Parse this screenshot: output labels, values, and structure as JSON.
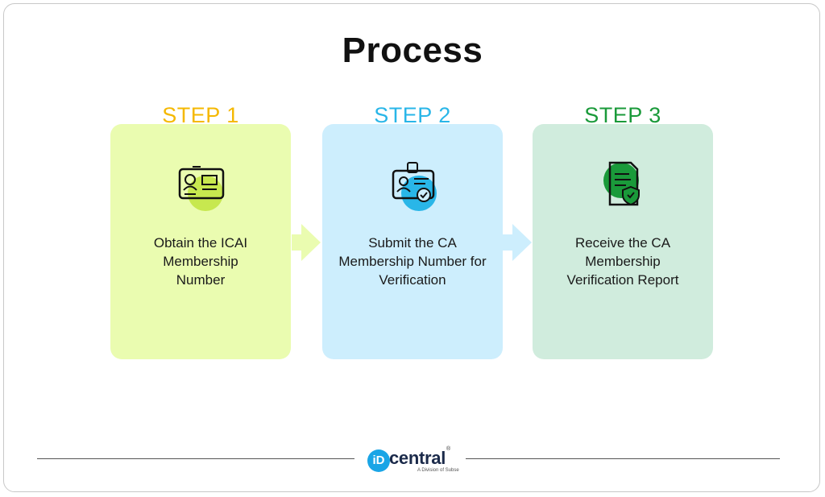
{
  "title": "Process",
  "steps": [
    {
      "label": "STEP 1",
      "text": "Obtain the ICAI Membership Number",
      "label_color": "#f5b800",
      "card_color": "#eafcb0",
      "icon": "id-card-icon"
    },
    {
      "label": "STEP 2",
      "text": "Submit the CA Membership Number for Verification",
      "label_color": "#29b6e8",
      "card_color": "#cdeefd",
      "icon": "id-badge-check-icon"
    },
    {
      "label": "STEP 3",
      "text": "Receive the CA Membership Verification Report",
      "label_color": "#1a9a3a",
      "card_color": "#d0ecdd",
      "icon": "report-shield-icon"
    }
  ],
  "footer": {
    "logo_mark": "iD",
    "logo_text": "central",
    "logo_sub": "A Division of Subse",
    "registered": "®"
  }
}
